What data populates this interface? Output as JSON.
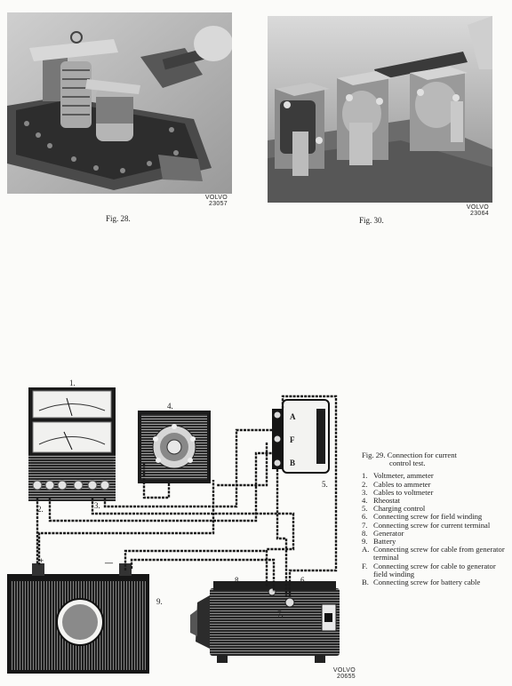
{
  "figures": {
    "fig28": {
      "caption": "Fig. 28.",
      "mark_brand": "VOLVO",
      "mark_number": "23057"
    },
    "fig30": {
      "caption": "Fig. 30.",
      "mark_brand": "VOLVO",
      "mark_number": "23064"
    },
    "fig29": {
      "title_line1": "Fig. 29. Connection for current",
      "title_line2": "control test.",
      "mark_brand": "VOLVO",
      "mark_number": "20655",
      "legend": [
        {
          "key": "1.",
          "text": "Voltmeter, ammeter"
        },
        {
          "key": "2.",
          "text": "Cables to ammeter"
        },
        {
          "key": "3.",
          "text": "Cables to voltmeter"
        },
        {
          "key": "4.",
          "text": "Rheostat"
        },
        {
          "key": "5.",
          "text": "Charging control"
        },
        {
          "key": "6.",
          "text": "Connecting screw for field winding"
        },
        {
          "key": "7.",
          "text": "Connecting screw for current terminal"
        },
        {
          "key": "8.",
          "text": "Generator"
        },
        {
          "key": "9.",
          "text": "Battery"
        },
        {
          "key": "A.",
          "text": "Connecting screw for cable from generator terminal"
        },
        {
          "key": "F.",
          "text": "Connecting screw for cable to generator field winding"
        },
        {
          "key": "B.",
          "text": "Connecting screw for battery cable"
        }
      ],
      "labels": {
        "n1": "1.",
        "n2": "2.",
        "n3": "3.",
        "n4": "4.",
        "n5": "5.",
        "n6": "6.",
        "n7": "7.",
        "n8": "8.",
        "n9": "9.",
        "a": "A",
        "f": "F",
        "b": "B",
        "plus": "+",
        "minus": "—"
      }
    }
  }
}
